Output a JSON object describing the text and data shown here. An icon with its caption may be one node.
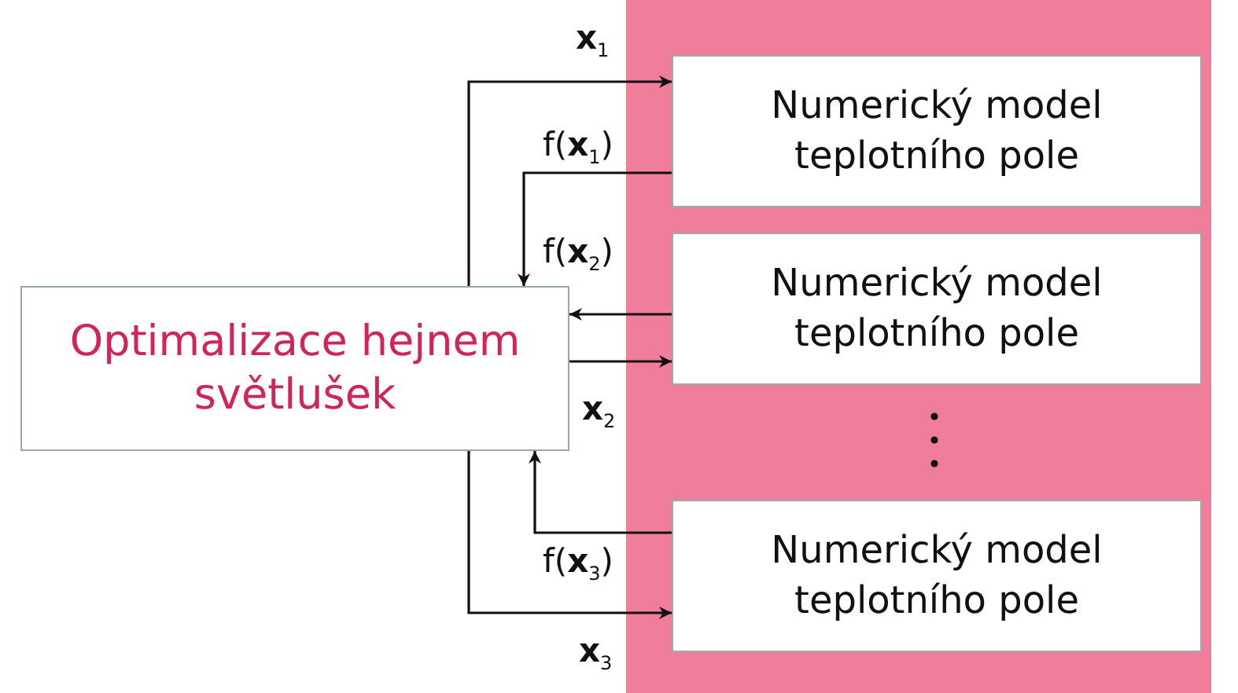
{
  "diagram": {
    "nodes": [
      {
        "text": [],
        "shape": "box"
      },
      {
        "text": [
          "Optimalizace hejnem světlušek"
        ]
      },
      {
        "text": [
          "Numerický model teplotního pole"
        ],
        "in": 0
      },
      {
        "text": [
          "Numerický model teplotního pole"
        ],
        "in": 0
      },
      {
        "text": [
          "Numerický model teplotního pole"
        ],
        "in": 0
      }
    ],
    "edges": [
      {
        "from": 1,
        "to": 2,
        "arrow": "to",
        "label": "**x**$_{1}$"
      },
      {
        "from": 2,
        "to": 1,
        "arrow": "to",
        "label": "f(**x**$_{1}$)"
      },
      {
        "from": 3,
        "to": 1,
        "arrow": "to",
        "label": "f(**x**$_{2}$)"
      },
      {
        "from": 1,
        "to": 3,
        "arrow": "to",
        "label": "**x**$_{2}$"
      },
      {
        "from": 4,
        "to": 1,
        "arrow": "to",
        "label": "f(**x**$_{3}$)"
      },
      {
        "from": 1,
        "to": 4,
        "arrow": "to",
        "label": "**x**$_{3}$"
      }
    ]
  }
}
